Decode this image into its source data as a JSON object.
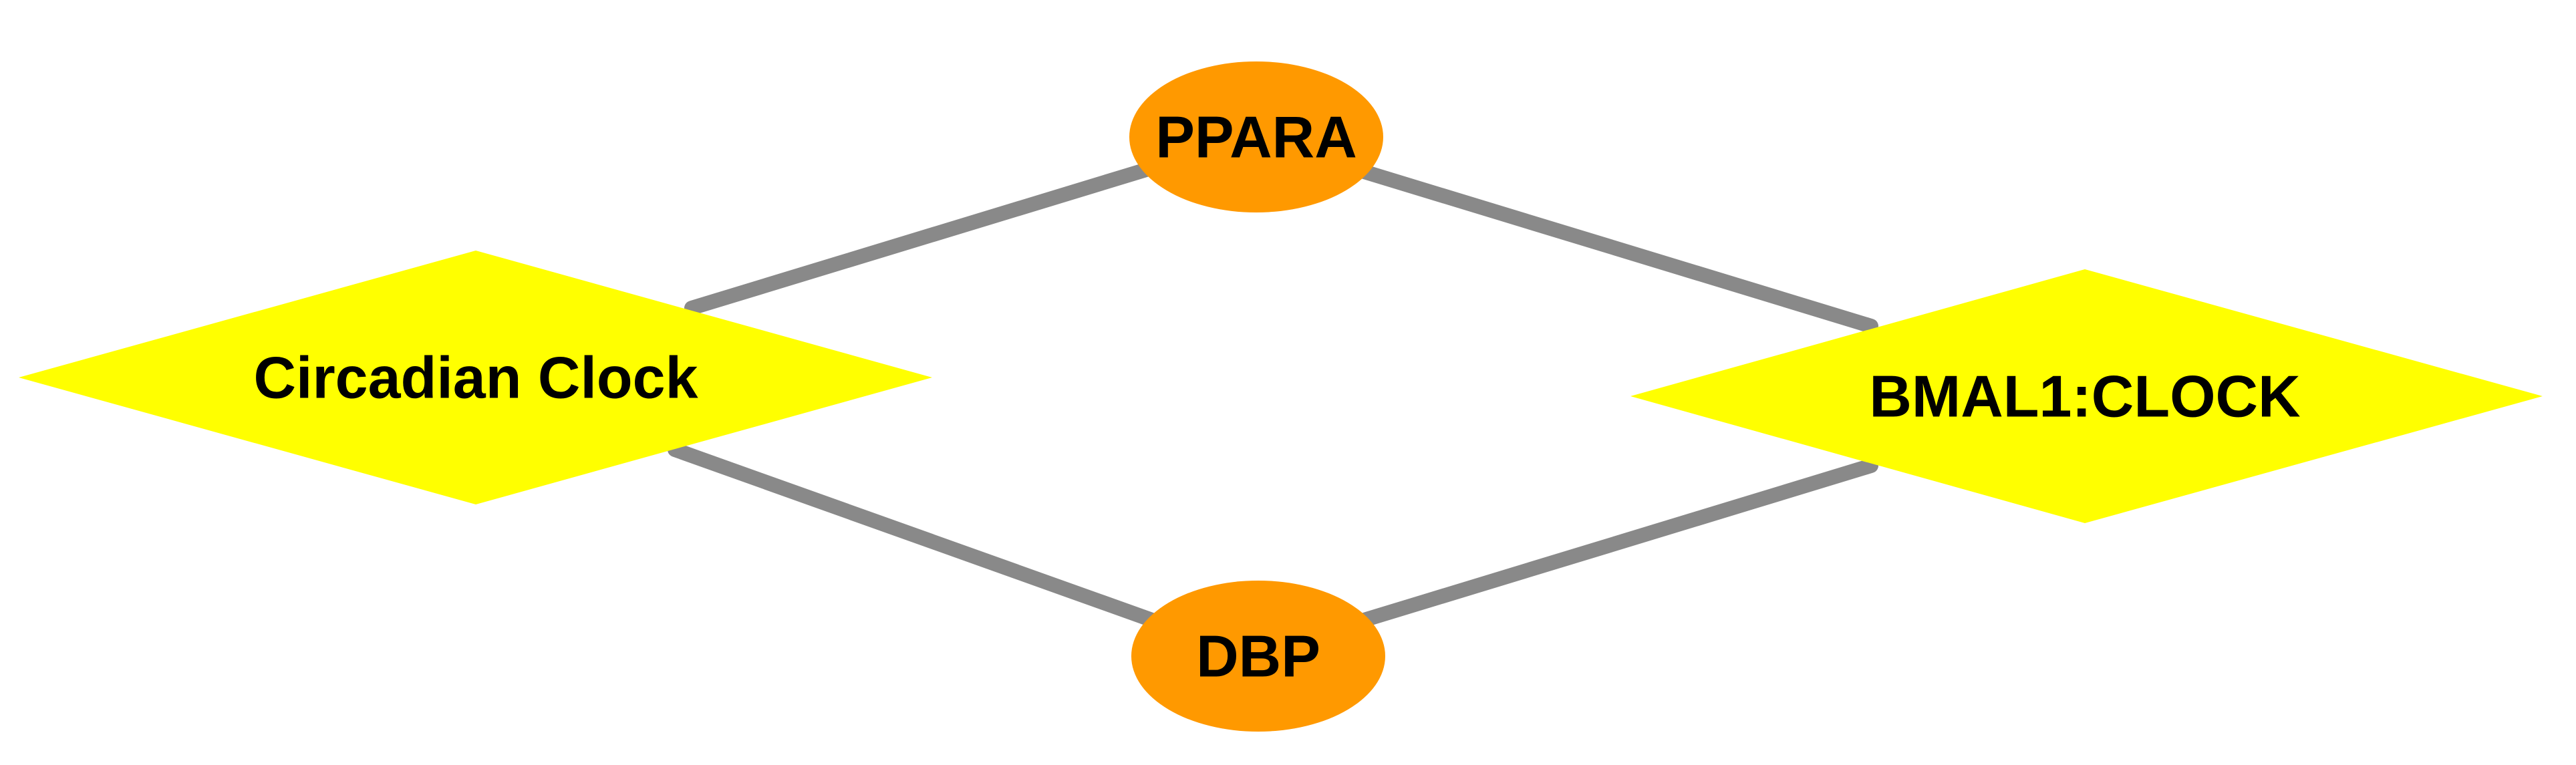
{
  "diagram": {
    "nodes": [
      {
        "id": "ppara",
        "label": "PPARA",
        "shape": "ellipse",
        "color": "#FF9900"
      },
      {
        "id": "circadian-clock",
        "label": "Circadian Clock",
        "shape": "diamond",
        "color": "#FFFF00"
      },
      {
        "id": "bmal1-clock",
        "label": "BMAL1:CLOCK",
        "shape": "diamond",
        "color": "#FFFF00"
      },
      {
        "id": "dbp",
        "label": "DBP",
        "shape": "ellipse",
        "color": "#FF9900"
      }
    ],
    "edges": [
      {
        "from": "circadian-clock",
        "to": "ppara"
      },
      {
        "from": "ppara",
        "to": "bmal1-clock"
      },
      {
        "from": "circadian-clock",
        "to": "dbp"
      },
      {
        "from": "dbp",
        "to": "bmal1-clock"
      }
    ],
    "edge_color": "#898989",
    "background_color": "#FFFFFF"
  }
}
